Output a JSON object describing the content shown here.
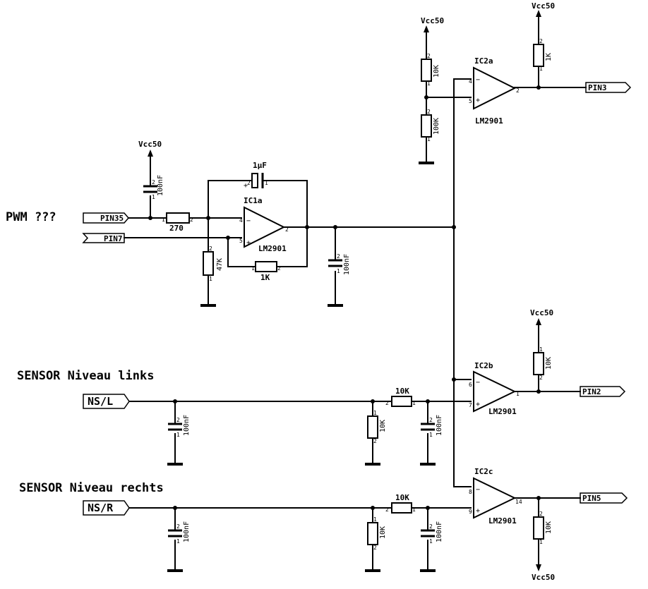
{
  "headings": {
    "pwm": "PWM ???",
    "sensor_left": "SENSOR Niveau links",
    "sensor_right": "SENSOR Niveau rechts"
  },
  "ports": {
    "pin35": "PIN35",
    "pin7": "PIN7",
    "ns_l": "NS/L",
    "ns_r": "NS/R",
    "pin3": "PIN3",
    "pin2": "PIN2",
    "pin5": "PIN5"
  },
  "supplies": {
    "vcc_top_mid": "Vcc50",
    "vcc_top_right": "Vcc50",
    "vcc_left": "Vcc50",
    "vcc_mid_right": "Vcc50",
    "vcc_bottom": "Vcc50"
  },
  "parts": {
    "ic1a": {
      "name": "IC1a",
      "type": "LM2901",
      "in_minus": "4",
      "in_plus": "5",
      "out": "2"
    },
    "ic2a": {
      "name": "IC2a",
      "type": "LM2901",
      "in_minus": "4",
      "in_plus": "5",
      "out": "2"
    },
    "ic2b": {
      "name": "IC2b",
      "type": "LM2901",
      "in_minus": "6",
      "in_plus": "7",
      "out": "1"
    },
    "ic2c": {
      "name": "IC2c",
      "type": "LM2901",
      "in_minus": "8",
      "in_plus": "9",
      "out": "14"
    },
    "r_270": "270",
    "r_47k": "47K",
    "r_1k_fb": "1K",
    "c_1uf": "1µF",
    "c_100n_vcc": "100nF",
    "c_100n_out": "100nF",
    "r_10k_top": "10K",
    "r_100k_top": "100K",
    "r_1k_top": "1K",
    "r_10k_pu_b": "10K",
    "r_10k_pd_c": "10K",
    "c_100n_l1": "100nF",
    "r_10k_l_shunt": "10K",
    "c_100n_l2": "100nF",
    "r_10k_l_series": "10K",
    "c_100n_r1": "100nF",
    "r_10k_r_shunt": "10K",
    "c_100n_r2": "100nF",
    "r_10k_r_series": "10K"
  },
  "pins": {
    "p1": "1",
    "p2": "2"
  }
}
